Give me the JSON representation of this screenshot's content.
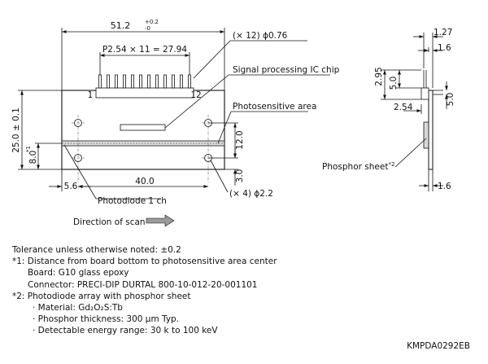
{
  "dimensions": {
    "overall_width": "51.2",
    "overall_width_tol_upper": "+0.2",
    "overall_width_tol_lower": "-0",
    "pin_pitch": "P2.54 × 11 = 27.94",
    "pin_holes": "(× 12) ϕ0.76",
    "height": "25.0 ± 0.1",
    "active_height": "8.0",
    "active_height_ref": "*1",
    "hole_vertical": "12.0",
    "hole_bottom": "3.0",
    "hole_span": "40.0",
    "left_margin": "5.6",
    "mount_holes": "(× 4) ϕ2.2",
    "side_total": "1.27",
    "side_pin": "1.6",
    "side_pin_height": "2.95",
    "side_pin_len": "5.0",
    "side_offset": "2.54",
    "side_board_top": "5.0",
    "side_bottom": "1.6"
  },
  "labels": {
    "pin_first": "1",
    "pin_last": "12",
    "ic_chip": "Signal processing IC chip",
    "photosensitive": "Photosensitive area",
    "photodiode": "Photodiode 1 ch",
    "scan": "Direction of scan",
    "phosphor": "Phosphor sheet",
    "phosphor_ref": "*2"
  },
  "notes": {
    "tolerance": "Tolerance unless otherwise noted: ±0.2",
    "n1": "*1: Distance from board bottom to photosensitive area center",
    "n1_board": "Board: G10 glass epoxy",
    "n1_connector": "Connector: PRECI-DIP DURTAL 800-10-012-20-001101",
    "n2": "*2: Photodiode array with phosphor sheet",
    "n2_material": "· Material: Gd₂O₂S:Tb",
    "n2_thickness": "· Phosphor thickness: 300 μm Typ.",
    "n2_energy": "· Detectable energy range: 30 k to 100 keV"
  },
  "drawing_code": "KMPDA0292EB"
}
